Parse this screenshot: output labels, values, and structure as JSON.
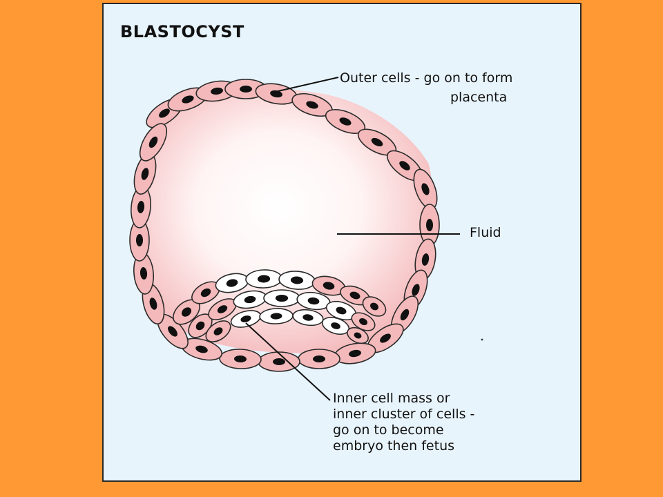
{
  "title": "BLASTOCYST",
  "labels": {
    "outer_line1": "Outer cells - go on to form",
    "outer_line2": "placenta",
    "fluid": "Fluid",
    "inner_lines": [
      "Inner cell mass or",
      "inner cluster of cells -",
      "go on to become",
      "embryo then fetus"
    ]
  },
  "colors": {
    "background": "#FF9933",
    "panel": "#E8F4FC",
    "cell_fill": "#F4B9BA",
    "inner_cell_fill": "#FFFFFF",
    "nucleus": "#111111",
    "fluid_center": "#FFFFFF",
    "fluid_edge": "#F5B8B8"
  }
}
